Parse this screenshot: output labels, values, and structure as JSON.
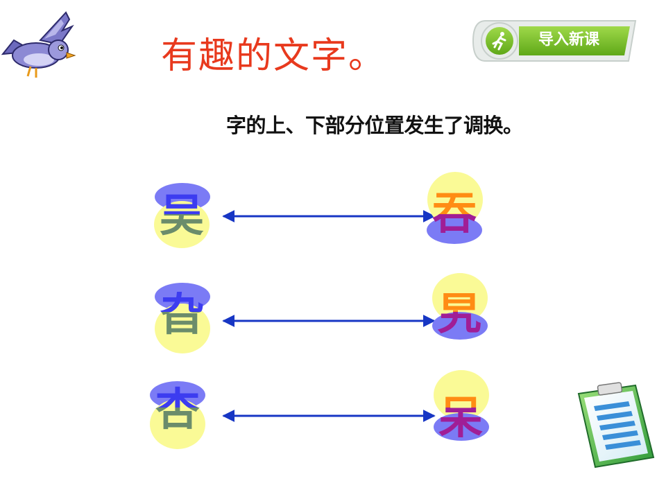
{
  "title": "有趣的文字。",
  "subtitle": "字的上、下部分位置发生了调换。",
  "badge": {
    "label": "导入新课",
    "icon": "running-person-icon"
  },
  "colors": {
    "title": "#e8391d",
    "blue_oval": "#7b7bf5",
    "yellow_oval": "#fafa96",
    "arrow": "#1736c4",
    "left_top_glyph": "#3c3cf0",
    "left_bottom_glyph": "#6b8c6b",
    "right_top_glyph": "#ff8c14",
    "right_bottom_glyph": "#a01e96",
    "badge_green": "#7dc12a"
  },
  "pairs": [
    {
      "left": "吴",
      "right": "吞"
    },
    {
      "left": "旮",
      "right": "旯"
    },
    {
      "left": "杏",
      "right": "呆"
    }
  ],
  "decorations": [
    "bird-icon",
    "clipboard-icon"
  ]
}
